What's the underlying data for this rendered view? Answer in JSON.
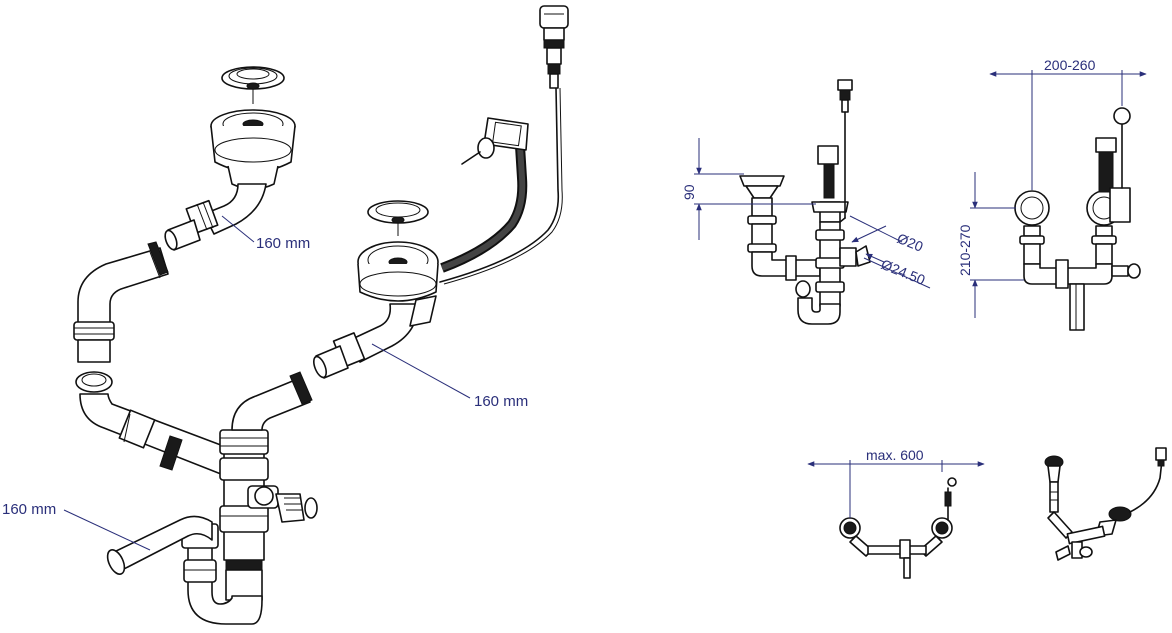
{
  "labels": {
    "left_tail_pipe": "160 mm",
    "right_tail_pipe": "160 mm",
    "overflow_pipe": "160 mm"
  },
  "dimensions": {
    "height_90": "90",
    "diameter_20": "Ø20",
    "diameter_24_50": "Ø24.50",
    "spacing": "200-260",
    "height_range": "210-270",
    "max_width": "max. 600"
  },
  "colors": {
    "line": "#111111",
    "annotation": "#2a2f7a"
  }
}
